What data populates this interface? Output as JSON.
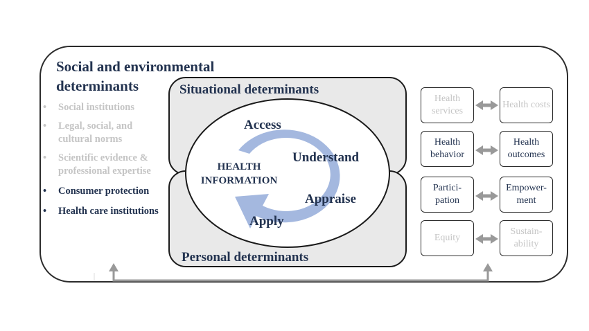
{
  "diagram": {
    "title": "Social and environmental determinants",
    "determinants": [
      {
        "text": "Social institutions",
        "state": "muted"
      },
      {
        "text": "Legal, social, and cultural norms",
        "state": "muted"
      },
      {
        "text": "Scientific evidence & professional expertise",
        "state": "muted"
      },
      {
        "text": "Consumer protection",
        "state": "active"
      },
      {
        "text": "Health care institutions",
        "state": "active"
      }
    ],
    "bullet": "•",
    "situational_title": "Situational determinants",
    "personal_title": "Personal determinants",
    "center_label": "HEALTH INFORMATION",
    "cycle": {
      "access": "Access",
      "understand": "Understand",
      "appraise": "Appraise",
      "apply": "Apply"
    },
    "outcome_rows": [
      {
        "left": "Health services",
        "right": "Health costs",
        "state": "muted"
      },
      {
        "left": "Health behavior",
        "right": "Health outcomes",
        "state": "active"
      },
      {
        "left": "Partici-\npation",
        "right": "Empower-\nment",
        "state": "active"
      },
      {
        "left": "Equity",
        "right": "Sustain-\nability",
        "state": "muted"
      }
    ]
  },
  "colors": {
    "title": "#233350",
    "muted_text": "#c5c5c5",
    "panel_fill": "#e9e9e9",
    "cycle_arrow": "#a4b8df",
    "connector": "#999999",
    "border": "#2b2b2b"
  }
}
